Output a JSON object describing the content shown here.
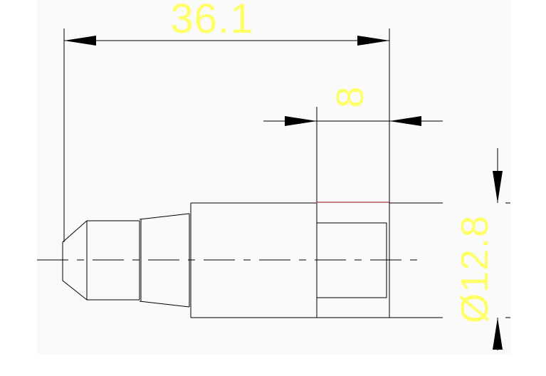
{
  "colors": {
    "background": "#ffffff",
    "panel": "#fafafa",
    "outline": "#000000",
    "dimension_text": "#ffff66",
    "section_outline": "#8b0000",
    "centerline": "#000000"
  },
  "dimensions": {
    "overall_length": "36.1",
    "thread_length": "8",
    "diameter": "Ø12.8"
  }
}
